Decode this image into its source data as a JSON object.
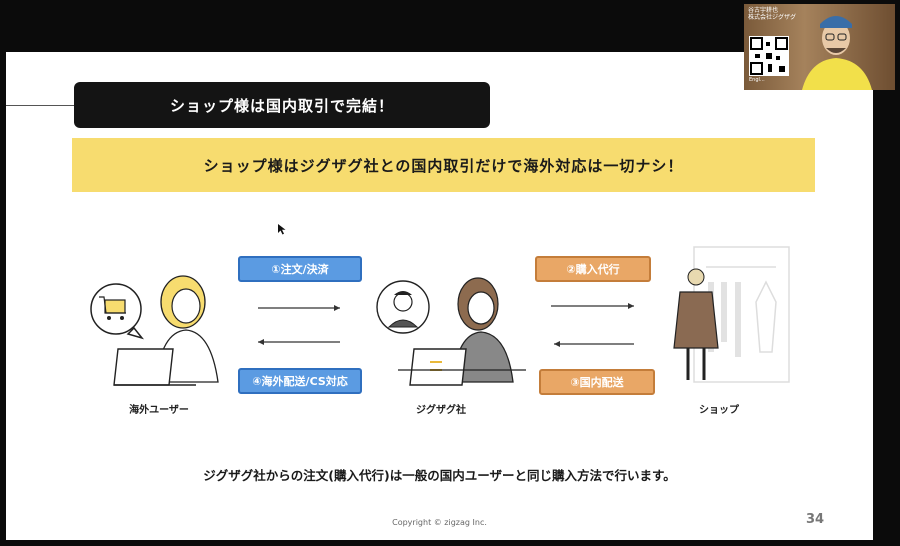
{
  "slide": {
    "title": "ショップ様は国内取引で完結！",
    "banner": "ショップ様はジグザグ社との国内取引だけで海外対応は一切ナシ！",
    "steps": {
      "step1": "①注文/決済",
      "step2": "②購入代行",
      "step3": "③国内配送",
      "step4": "④海外配送/CS対応"
    },
    "actors": {
      "overseas_user": "海外ユーザー",
      "zigzag": "ジグザグ社",
      "shop": "ショップ"
    },
    "footer_note": "ジグザグ社からの注文(購入代行)は一般の国内ユーザーと同じ購入方法で行います。",
    "copyright": "Copyright © zigzag Inc.",
    "page_number": "34"
  },
  "webcam": {
    "name_line1": "谷古宇耕也",
    "name_line2": "株式会社ジグザグ",
    "qr_caption": "Engl..."
  },
  "colors": {
    "banner": "#f7dc6f",
    "step_blue": "#5b9be2",
    "step_orange": "#e9a766",
    "title_box": "#141414"
  }
}
